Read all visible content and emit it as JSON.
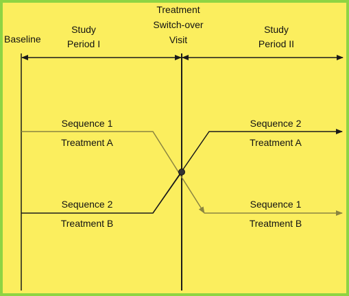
{
  "colors": {
    "background": "#fbee5e",
    "border": "#8ed443",
    "line": "#1a1a1a",
    "faded_arrow": "#8a8440"
  },
  "headers": {
    "baseline": "Baseline",
    "period1_line1": "Study",
    "period1_line2": "Period I",
    "switch_line1": "Treatment",
    "switch_line2": "Switch-over",
    "switch_line3": "Visit",
    "period2_line1": "Study",
    "period2_line2": "Period II"
  },
  "period1": {
    "upper": {
      "sequence": "Sequence 1",
      "treatment": "Treatment A"
    },
    "lower": {
      "sequence": "Sequence 2",
      "treatment": "Treatment B"
    }
  },
  "period2": {
    "upper": {
      "sequence": "Sequence 2",
      "treatment": "Treatment A"
    },
    "lower": {
      "sequence": "Sequence 1",
      "treatment": "Treatment B"
    }
  }
}
